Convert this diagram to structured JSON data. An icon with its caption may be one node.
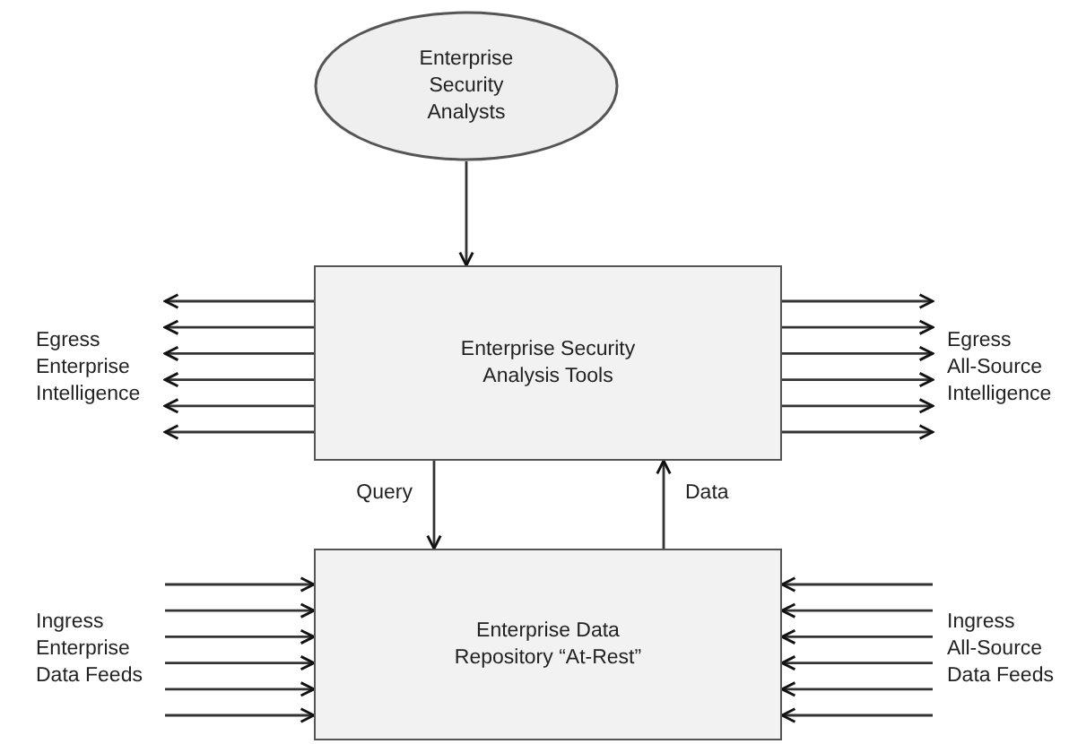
{
  "diagram": {
    "nodes": [
      {
        "text": [
          "Enterprise Security Analysts"
        ]
      },
      {
        "text": [
          "Enterprise Security Analysis Tools"
        ]
      },
      {
        "text": [
          "Enterprise Data Repository “At-Rest”"
        ]
      },
      {
        "text": [
          "Egress Enterprise Intelligence"
        ]
      },
      {
        "text": [
          "Egress All-Source Intelligence"
        ]
      },
      {
        "text": [
          "Ingress Enterprise Data Feeds"
        ]
      },
      {
        "text": [
          "Ingress All-Source Data Feeds"
        ]
      }
    ],
    "edges": [
      {
        "from": 0,
        "to": 1,
        "arrow": "to"
      },
      {
        "from": 1,
        "to": 2,
        "arrow": "to",
        "label": "Query"
      },
      {
        "from": 2,
        "to": 1,
        "arrow": "to",
        "label": "Data"
      },
      {
        "from": 1,
        "to": 3,
        "arrow": "to"
      },
      {
        "from": 1,
        "to": 3,
        "arrow": "to"
      },
      {
        "from": 1,
        "to": 3,
        "arrow": "to"
      },
      {
        "from": 1,
        "to": 3,
        "arrow": "to"
      },
      {
        "from": 1,
        "to": 3,
        "arrow": "to"
      },
      {
        "from": 1,
        "to": 3,
        "arrow": "to"
      },
      {
        "from": 1,
        "to": 4,
        "arrow": "to"
      },
      {
        "from": 1,
        "to": 4,
        "arrow": "to"
      },
      {
        "from": 1,
        "to": 4,
        "arrow": "to"
      },
      {
        "from": 1,
        "to": 4,
        "arrow": "to"
      },
      {
        "from": 1,
        "to": 4,
        "arrow": "to"
      },
      {
        "from": 1,
        "to": 4,
        "arrow": "to"
      },
      {
        "from": 5,
        "to": 2,
        "arrow": "to"
      },
      {
        "from": 5,
        "to": 2,
        "arrow": "to"
      },
      {
        "from": 5,
        "to": 2,
        "arrow": "to"
      },
      {
        "from": 5,
        "to": 2,
        "arrow": "to"
      },
      {
        "from": 5,
        "to": 2,
        "arrow": "to"
      },
      {
        "from": 5,
        "to": 2,
        "arrow": "to"
      },
      {
        "from": 6,
        "to": 2,
        "arrow": "to"
      },
      {
        "from": 6,
        "to": 2,
        "arrow": "to"
      },
      {
        "from": 6,
        "to": 2,
        "arrow": "to"
      },
      {
        "from": 6,
        "to": 2,
        "arrow": "to"
      },
      {
        "from": 6,
        "to": 2,
        "arrow": "to"
      },
      {
        "from": 6,
        "to": 2,
        "arrow": "to"
      }
    ]
  }
}
